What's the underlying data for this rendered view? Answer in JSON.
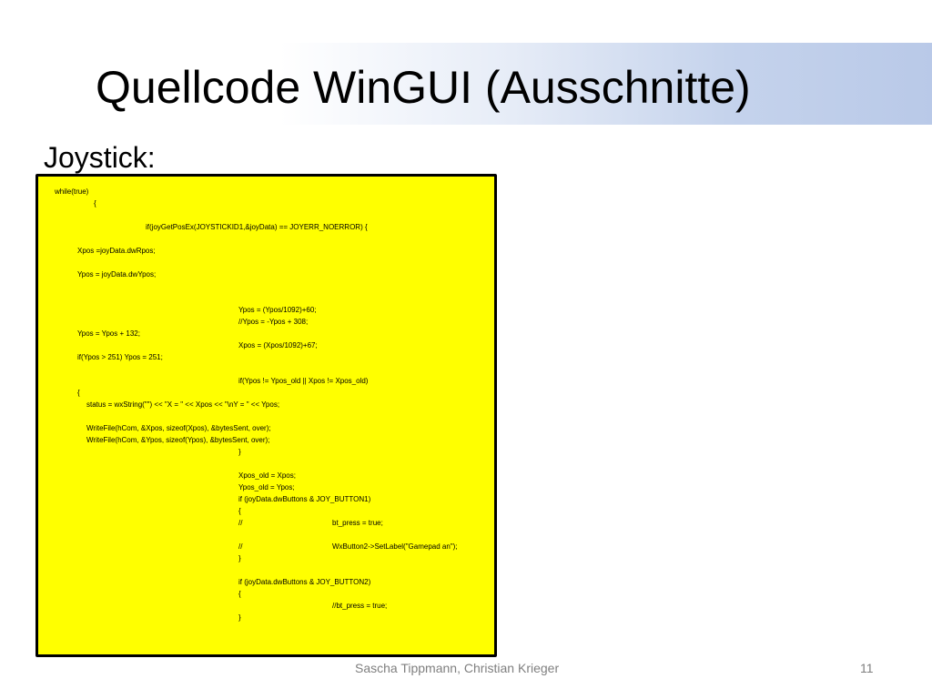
{
  "slide": {
    "title": "Quellcode WinGUI (Ausschnitte)",
    "subtitle": "Joystick:",
    "footer": "Sascha Tippmann, Christian Krieger",
    "page_number": "11"
  },
  "code": {
    "lines": [
      "while(true)",
      "{",
      "if(joyGetPosEx(JOYSTICKID1,&joyData) == JOYERR_NOERROR) {",
      "Xpos =joyData.dwRpos;",
      "Ypos = joyData.dwYpos;",
      "Ypos = (Ypos/1092)+60;",
      "//Ypos = -Ypos + 308;",
      "Ypos = Ypos + 132;",
      "Xpos = (Xpos/1092)+67;",
      "if(Ypos > 251) Ypos = 251;",
      "if(Ypos != Ypos_old || Xpos != Xpos_old)",
      "{",
      "status = wxString(\"\") << \"X = \" << Xpos << \"\\nY = \" << Ypos;",
      "WriteFile(hCom, &Xpos, sizeof(Xpos), &bytesSent, over);",
      "WriteFile(hCom, &Ypos, sizeof(Ypos), &bytesSent, over);",
      "}",
      "Xpos_old = Xpos;",
      "Ypos_old = Ypos;",
      "if (joyData.dwButtons & JOY_BUTTON1)",
      "{",
      "//",
      "bt_press = true;",
      "//",
      "WxButton2->SetLabel(\"Gamepad an\");",
      "}",
      "if (joyData.dwButtons & JOY_BUTTON2)",
      "{",
      "//bt_press = true;",
      "}"
    ]
  }
}
